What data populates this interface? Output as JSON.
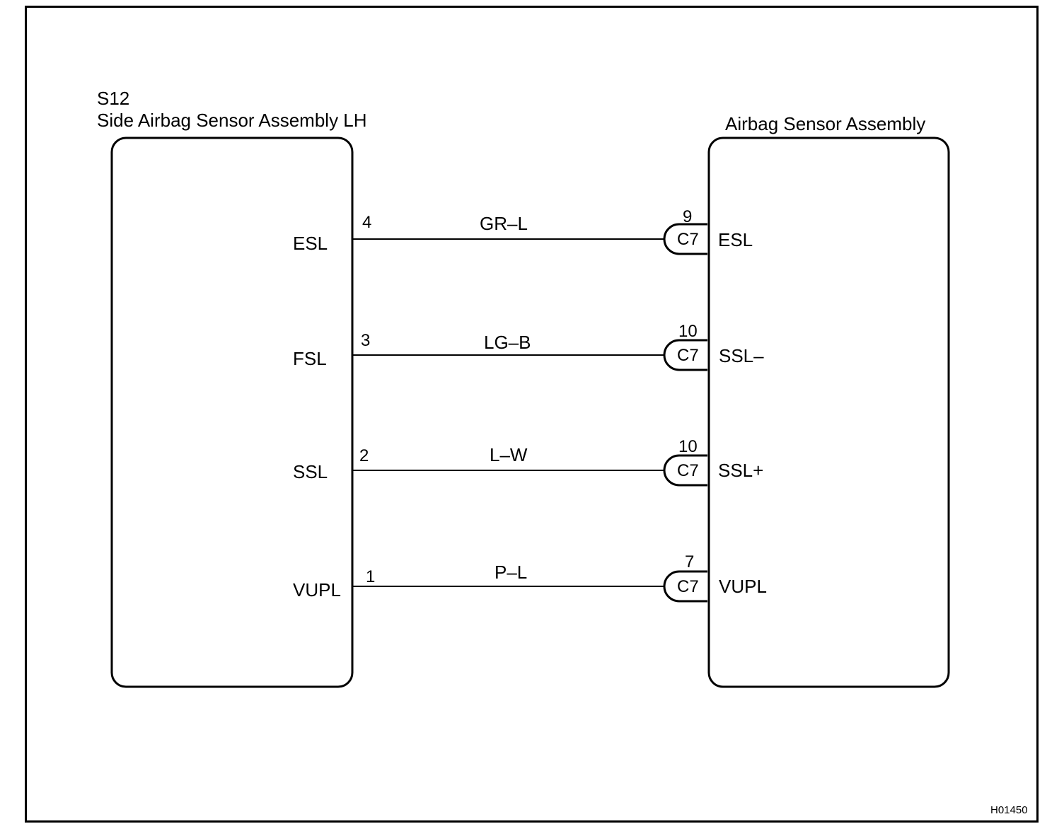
{
  "left_component": {
    "code": "S12",
    "name": "Side Airbag Sensor Assembly LH"
  },
  "right_component": {
    "name": "Airbag Sensor Assembly"
  },
  "wires": [
    {
      "left_pin_label": "ESL",
      "left_pin_number": "4",
      "wire_color": "GR–L",
      "right_pin_number": "9",
      "connector": "C7",
      "right_pin_label": "ESL"
    },
    {
      "left_pin_label": "FSL",
      "left_pin_number": "3",
      "wire_color": "LG–B",
      "right_pin_number": "10",
      "connector": "C7",
      "right_pin_label": "SSL–"
    },
    {
      "left_pin_label": "SSL",
      "left_pin_number": "2",
      "wire_color": "L–W",
      "right_pin_number": "10",
      "connector": "C7",
      "right_pin_label": "SSL+"
    },
    {
      "left_pin_label": "VUPL",
      "left_pin_number": "1",
      "wire_color": "P–L",
      "right_pin_number": "7",
      "connector": "C7",
      "right_pin_label": "VUPL"
    }
  ],
  "figure_id": "H01450"
}
